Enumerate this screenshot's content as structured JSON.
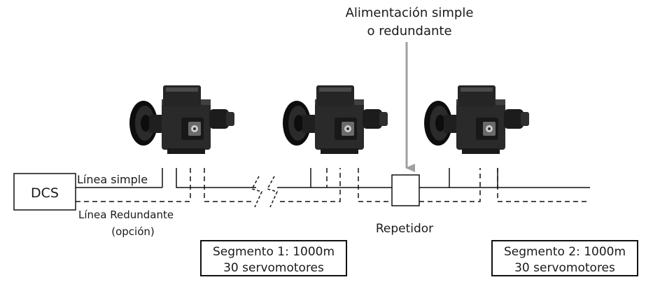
{
  "power_label": {
    "line1": "Alimentación simple",
    "line2": "o redundante"
  },
  "dcs_label": "DCS",
  "simple_line_label": "Línea simple",
  "redundant_line_label": {
    "line1": "Línea Redundante",
    "line2": "(opción)"
  },
  "repeater_label": "Repetidor",
  "segments": [
    {
      "line1": "Segmento 1: 1000m",
      "line2": "30 servomotores"
    },
    {
      "line1": "Segmento 2: 1000m",
      "line2": "30 servomotores"
    }
  ],
  "actuator_icon": "servomotor-actuator-icon",
  "actuator_count": 3,
  "colors": {
    "line": "#111111",
    "arrow": "#a0a0a0",
    "actuator_body": "#2a2a2a",
    "actuator_dark": "#0d0d0d",
    "actuator_highlight": "#6a6a6a"
  }
}
